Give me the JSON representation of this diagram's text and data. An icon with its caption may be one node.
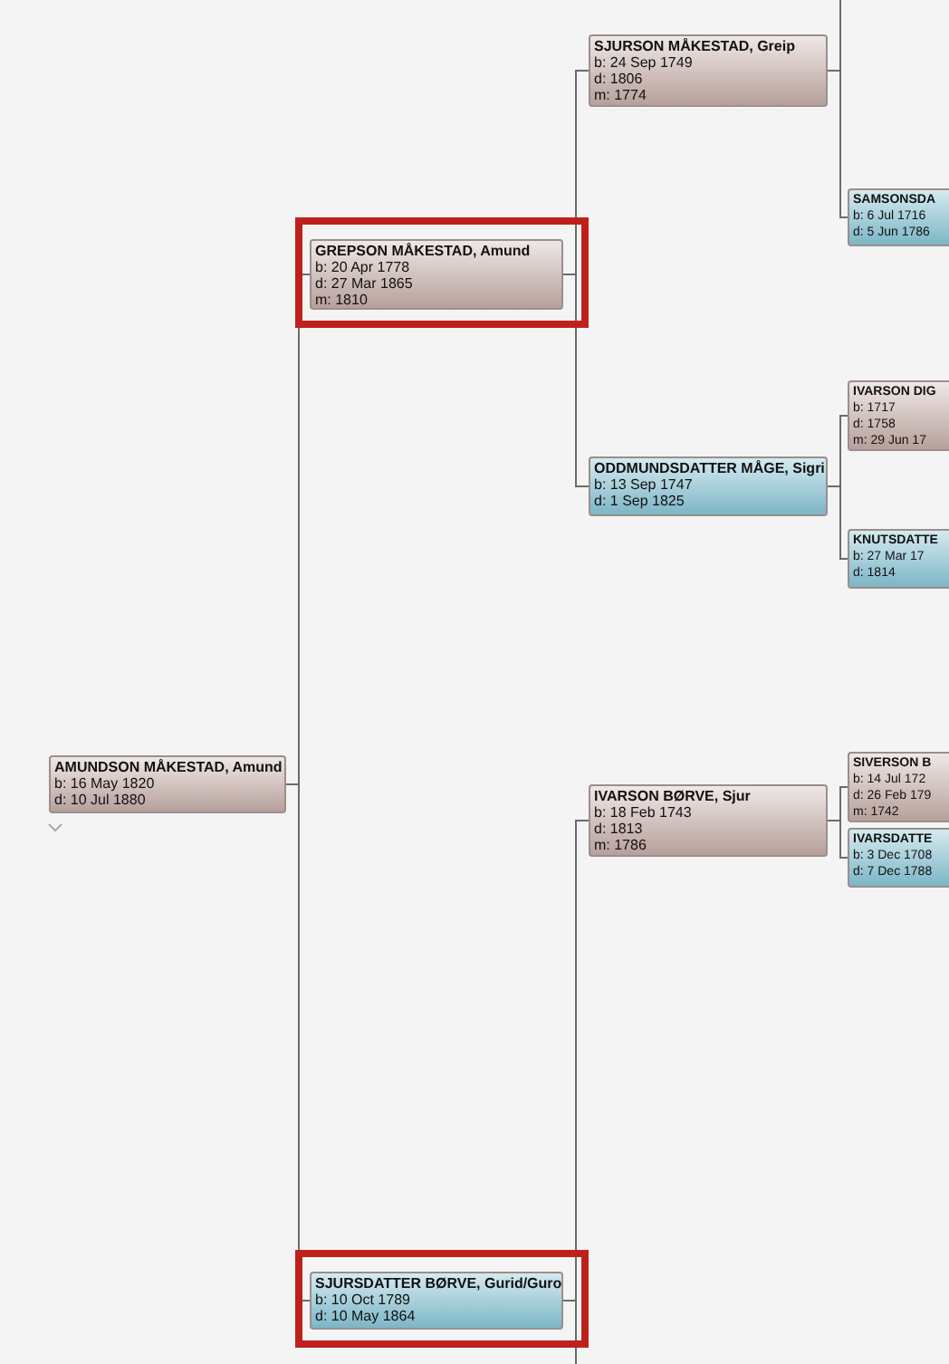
{
  "diagram": {
    "nodes": [
      {
        "text": [
          "AMUNDSON MÅKESTAD, Amund",
          "b: 16 May 1820",
          "d: 10 Jul 1880"
        ]
      },
      {
        "text": [
          "GREPSON MÅKESTAD, Amund",
          "b: 20 Apr 1778",
          "d: 27 Mar 1865",
          "m: 1810"
        ]
      },
      {
        "text": [
          "SJURSDATTER BØRVE, Gurid/Guro",
          "b: 10 Oct 1789",
          "d: 10 May 1864"
        ]
      },
      {
        "text": [
          "SJURSON MÅKESTAD, Greip",
          "b: 24 Sep 1749",
          "d: 1806",
          "m: 1774"
        ]
      },
      {
        "text": [
          "ODDMUNDSDATTER MÅGE, Sigri",
          "b: 13 Sep 1747",
          "d: 1 Sep 1825"
        ]
      },
      {
        "text": [
          "IVARSON BØRVE, Sjur",
          "b: 18 Feb 1743",
          "d: 1813",
          "m: 1786"
        ]
      },
      {
        "text": [
          "SAMSONSDA",
          "b: 6 Jul 1716",
          "d: 5 Jun 1786"
        ]
      },
      {
        "text": [
          "IVARSON DIG",
          "b: 1717",
          "d: 1758",
          "m: 29 Jun 17"
        ]
      },
      {
        "text": [
          "KNUTSDATTE",
          "b: 27 Mar 17",
          "d: 1814"
        ]
      },
      {
        "text": [
          "SIVERSON B",
          "b: 14 Jul 172",
          "d: 26 Feb 179",
          "m: 1742"
        ]
      },
      {
        "text": [
          "IVARSDATTE",
          "b: 3 Dec 1708",
          "d: 7 Dec 1788"
        ]
      }
    ],
    "edges": [
      {
        "from": 0,
        "to": 1,
        "arrow": "none"
      },
      {
        "from": 0,
        "to": 2,
        "arrow": "none"
      },
      {
        "from": 1,
        "to": 3,
        "arrow": "none"
      },
      {
        "from": 1,
        "to": 4,
        "arrow": "none"
      },
      {
        "from": 2,
        "to": 5,
        "arrow": "none"
      },
      {
        "from": 2,
        "to": null,
        "arrow": "none"
      },
      {
        "from": 3,
        "to": null,
        "arrow": "none"
      },
      {
        "from": 3,
        "to": 6,
        "arrow": "none"
      },
      {
        "from": 4,
        "to": 7,
        "arrow": "none"
      },
      {
        "from": 4,
        "to": 8,
        "arrow": "none"
      },
      {
        "from": 5,
        "to": 9,
        "arrow": "none"
      },
      {
        "from": 5,
        "to": 10,
        "arrow": "none"
      }
    ]
  }
}
